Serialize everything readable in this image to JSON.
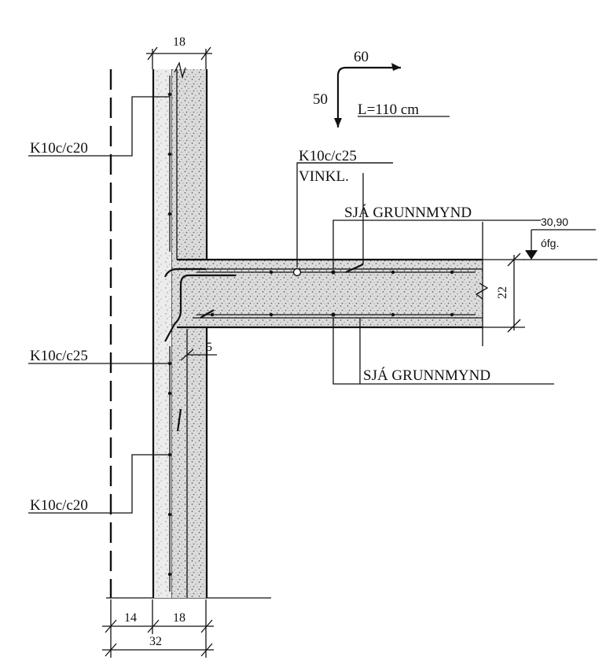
{
  "dimensions": {
    "wall_top": "18",
    "wall_bottom": "18",
    "insulation": "14",
    "total": "32",
    "slab": "22",
    "cover": "5"
  },
  "bar_shape": {
    "horizontal": "60",
    "vertical": "50",
    "length": "L=110 cm"
  },
  "labels": {
    "wall_rebar_upper": "K10c/c20",
    "wall_rebar_mid": "K10c/c25",
    "wall_rebar_lower": "K10c/c20",
    "corner_bar": "K10c/c25",
    "corner_bar_note": "VINKL.",
    "see_plan_top": "SJÁ GRUNNMYND",
    "see_plan_bottom": "SJÁ GRUNNMYND"
  },
  "level": {
    "value": "30,90",
    "note": "ófg."
  },
  "colors": {
    "line": "#111111",
    "concrete_fill": "#d9d9d9",
    "background": "#ffffff"
  }
}
